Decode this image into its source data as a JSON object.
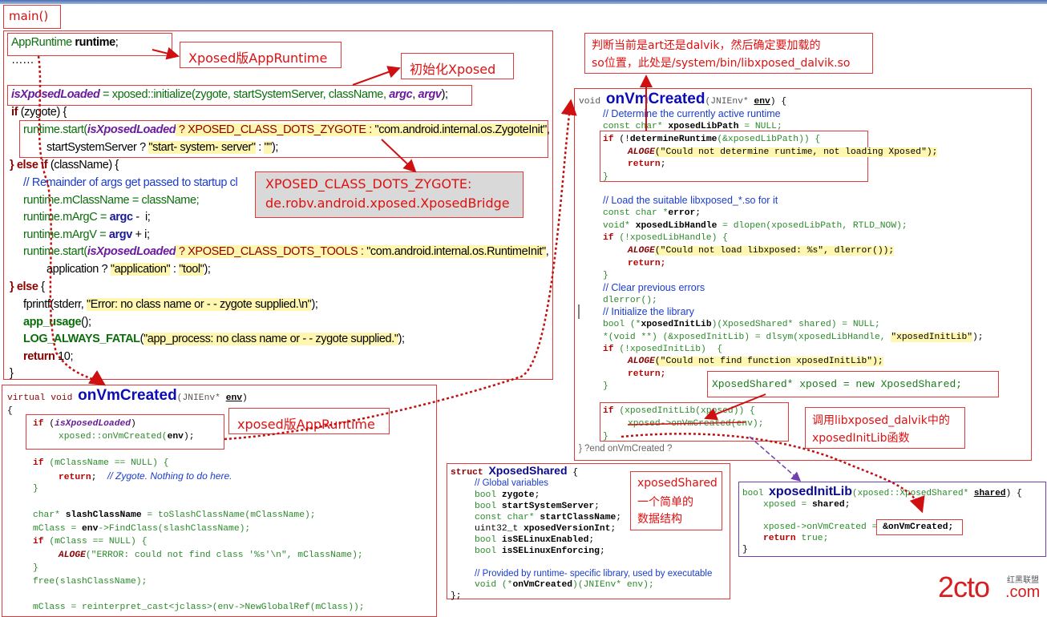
{
  "main_title": "main()",
  "notes": {
    "xposed_appruntime": "Xposed版AppRuntime",
    "init_xposed": "初始化Xposed",
    "zygote_const": "XPOSED_CLASS_DOTS_ZYGOTE:",
    "zygote_const_val": "de.robv.android.xposed.XposedBridge",
    "xposed_appruntime2": "xposed版AppRuntime",
    "judge_line1": "判断当前是art还是dalvik，然后确定要加载的",
    "judge_line2": "so位置，此处是/system/bin/libxposed_dalvik.so",
    "shared_line1": "xposedShared",
    "shared_line2": "一个简单的",
    "shared_line3": "数据结构",
    "call_line1": "调用libxposed_dalvik中的",
    "call_line2": "xposedInitLib函数",
    "new_shared": "XposedShared* xposed = new XposedShared;",
    "watermark_main": "2cto",
    "watermark_sub": "红黑联盟",
    "watermark_dot": ".com"
  },
  "main_code": {
    "l1a": "AppRuntime ",
    "l1b": "runtime",
    ";": ";",
    "l2": "……",
    "l3a": "isXposedLoaded",
    " l3b": " = xposed::initialize(zygote, startSystemServer, className, ",
    "l3c": "argc",
    ", ": ", ",
    "l3d": "argv",
    ");": ");",
    "if1": "if",
    "zyg": " (zygote) {",
    "l5a": "runtime.start(",
    "l5b": "isXposedLoaded",
    " ? ": " ? XPOSED_CLASS_DOTS_ZYGOTE : ",
    "l5d": "\"com.android.internal.os.ZygoteInit\"",
    ",": ",",
    "l6a": "startSystemServer ? ",
    "l6b": "\"start- system- server\"",
    " : ": " : ",
    "l6c": "\"\"",
    "end": ");",
    "elif": "} else if",
    " cn": " (className) {",
    "cmt": "// Remainder of args get passed to startup cl",
    "l9": "runtime.mClassName = className;",
    "l10a": "runtime.mArgC = ",
    "l10b": "argc",
    " -": " -  i;",
    "l11a": "runtime.mArgV = ",
    "l11b": "argv",
    " +": " + i;",
    "l12a": "runtime.start(",
    "l12b": "isXposedLoaded",
    "l12c": " ? XPOSED_CLASS_DOTS_TOOLS : ",
    "l12d": "\"com.android.internal.os.RuntimeInit\"",
    "l13a": "application ? ",
    "l13b": "\"application\"",
    "l13c": " : ",
    "l13d": "\"tool\"",
    "l13e": ");",
    "else": "} else",
    "brace": " {",
    "l15a": "fprintf(stderr, ",
    "l15b": "\"Error: no class name or - - zygote supplied.\\n\"",
    "l15c": ");",
    "l16": "app_usage",
    "l16b": "();",
    "l17a": "LOG_ALWAYS_FATAL",
    "l17b": "(",
    "l17c": "\"app_process: no class name or - - zygote supplied.\"",
    "l17d": ");",
    "l18a": "return",
    "l18b": " 10;",
    "l19": "}"
  },
  "vm_code": {
    "sig_a": "virtual void ",
    "sig_b": "onVmCreated",
    "sig_c": "(JNIEnv* ",
    "sig_d": "env",
    ")": ")",
    "open": "{",
    "if_a": "if",
    " (": " (",
    "if_b": "isXposedLoaded",
    "if_c": ")",
    "call": "xposed::onVmCreated(",
    "env": "env",
    "call_end": ");",
    "c1a": "if",
    " c1b": " (mClassName == NULL) {",
    "c2a": "return",
    "c2b": ";  ",
    "c2c": "// Zygote. Nothing to do here.",
    "c3": "}",
    "c4a": "char* ",
    "c4b": "slashClassName",
    " = ": " = toSlashClassName(mClassName);",
    "c5a": "mClass = ",
    "c5b": "env",
    "c5c": "->FindClass(slashClassName);",
    "c6a": "if",
    "c6b": " (mClass == NULL) {",
    "c7a": "ALOGE",
    "c7b": "(\"ERROR: could not find class '%s'\\n\", mClassName);",
    "c8": "}",
    "c9": "free(slashClassName);",
    "c10": "mClass = reinterpret_cast<jclass>(env->NewGlobalRef(mClass));"
  },
  "lib_code": {
    "sig_a": "void ",
    "sig_b": "onVmCreated",
    "sig_c": "(JNIEnv* ",
    "sig_d": "env",
    ") {": ") {",
    "r1": "// Determine the currently active runtime",
    "r2a": "const char* ",
    "r2b": "xposedLibPath",
    " = ": " = NULL;",
    "r3a": "if",
    " (!": " (!",
    "r3b": "determineRuntime",
    "r3c": "(&xposedLibPath)) {",
    "r4a": "ALOGE",
    "r4b": "(\"Could not determine runtime, not loading Xposed\");",
    "r5a": "return",
    ";": ";",
    "r6": "}",
    "r7": "// Load the suitable libxposed_*.so for it",
    "r8a": "const char *",
    "r8b": "error",
    "r9a": "void* ",
    "r9b": "xposedLibHandle",
    "r9c": " = dlopen(xposedLibPath, RTLD_NOW);",
    "r10a": "if",
    "r10b": " (!xposedLibHandle) {",
    "r11a": "ALOGE",
    "r11b": "(\"Could not load libxposed: %s\", dlerror());",
    "r12": "return;",
    "r13": "}",
    "r14": "// Clear previous errors",
    "r15": "dlerror();",
    "r16": "// Initialize the library",
    "r17a": "bool (*",
    "r17b": "xposedInitLib",
    "r17c": ")(XposedShared* shared) = NULL;",
    "r18a": "*(void **) (&xposedInitLib) = dlsym(xposedLibHandle, ",
    "r18b": "\"xposedInitLib\"",
    "r18c": ");",
    "r19a": "if",
    "r19b": " (!xposedInitLib)  {",
    "r20a": "ALOGE",
    "r20b": "(\"Could not find function xposedInitLib\");",
    "r21": "return;",
    "r22": "}",
    "r23a": "if",
    " (": " (xposedInitLib(xposed)) {",
    "r24": "xposed->onVmCreated(env);",
    "r25": "}",
    "r26": "} ?end onVmCreated ?"
  },
  "struct_code": {
    "s1a": "struct ",
    "s1b": "XposedShared",
    " {": " {",
    "s2": "// Global variables",
    "s3a": "bool ",
    "s3b": "zygote",
    "s4b": "startSystemServer",
    "s5a": "const char* ",
    "s5b": "startClassName",
    "s6a": "uint32_t ",
    "s6b": "xposedVersionInt",
    "s7b": "isSELinuxEnabled",
    "s8b": "isSELinuxEnforcing",
    "s9": "// Provided by runtime- specific library, used by executable",
    "s10a": "void (*",
    "s10b": "onVmCreated",
    "s10c": ")(JNIEnv* env);",
    "s11": "};"
  },
  "init_code": {
    "i1a": "bool ",
    "i1b": "xposedInitLib",
    "i1c": "(xposed::XposedShared* ",
    "i1d": "shared",
    ") {": ") {",
    "i2a": "xposed = ",
    "i2b": "shared",
    ";": ";",
    "i3a": "xposed->onVmCreated = ",
    "i3b": "&onVmCreated;",
    "i4a": "return",
    " true;": " true;",
    "i5": "}"
  }
}
